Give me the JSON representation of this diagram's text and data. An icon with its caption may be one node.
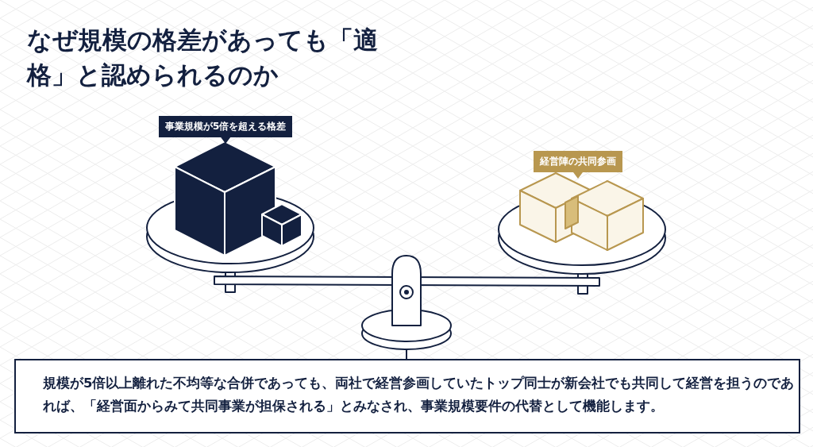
{
  "diagram": {
    "title": "なぜ規模の格差があっても「適格」と認められるのか",
    "nodes": [
      {
        "text": [],
        "shape": "picture"
      },
      {
        "text": [
          "規模が5倍以上離れた不均等な合併であっても、両社で経営参画していたトップ同士が新会社でも共同して経営を担うのであれば、「経営面からみて共同事業が担保される」とみなされ、事業規模要件の代替として機能します。"
        ]
      }
    ],
    "edges": [
      {
        "from": 0,
        "to": 1,
        "arrow": "none"
      }
    ],
    "labels": [
      "事業規模が5倍を超える格差",
      "経営陣の共同参画"
    ]
  }
}
